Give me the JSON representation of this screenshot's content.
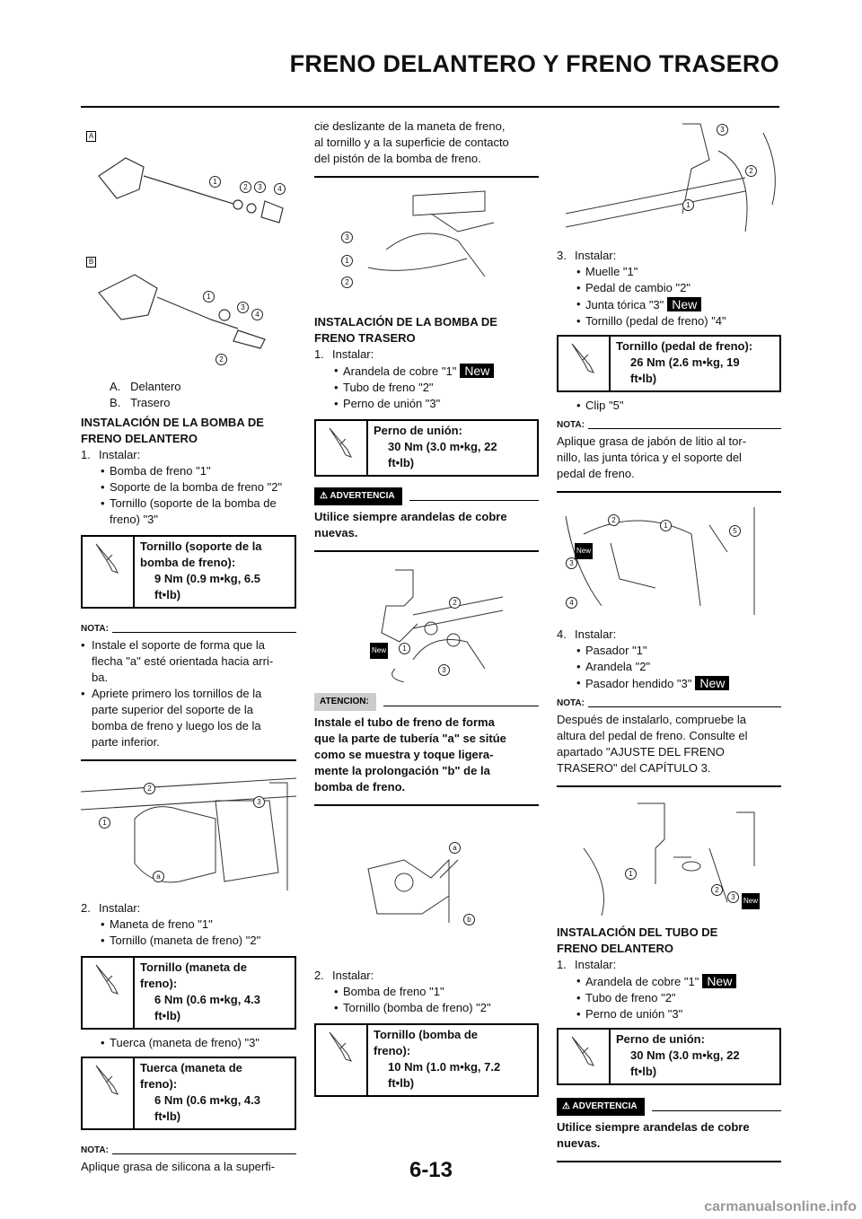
{
  "header": {
    "title": "FRENO DELANTERO Y FRENO TRASERO"
  },
  "page_number": "6-13",
  "watermark": "carmanualsonline.info",
  "new_badge": "New",
  "nota_label": "NOTA:",
  "advertencia_label": "ADVERTENCIA",
  "atencion_label": "ATENCION:",
  "col1": {
    "fig1": {
      "label_a": "A",
      "label_b": "B",
      "callouts_a": [
        "1",
        "2",
        "3",
        "4"
      ],
      "callouts_b": [
        "1",
        "3",
        "4",
        "2"
      ]
    },
    "legend": [
      {
        "k": "A.",
        "v": "Delantero"
      },
      {
        "k": "B.",
        "v": "Trasero"
      }
    ],
    "heading": [
      "INSTALACIÓN DE LA BOMBA DE",
      "FRENO DELANTERO"
    ],
    "step1": {
      "num": "1.",
      "label": "Instalar:",
      "items": [
        "Bomba de freno \"1\"",
        "Soporte de la bomba de freno \"2\"",
        "Tornillo (soporte de la bomba de",
        "freno) \"3\""
      ]
    },
    "box1": [
      "Tornillo (soporte de la",
      "bomba de freno):",
      "9 Nm (0.9 m•kg, 6.5",
      "ft•lb)"
    ],
    "nota1": [
      [
        "Instale el soporte de forma que la",
        "flecha \"a\" esté orientada hacia arri-",
        "ba."
      ],
      [
        "Apriete primero los tornillos de la",
        "parte superior del soporte de la",
        "bomba de freno y luego los de la",
        "parte inferior."
      ]
    ],
    "fig2": {
      "callouts": [
        "2",
        "3",
        "1",
        "a"
      ]
    },
    "step2": {
      "num": "2.",
      "label": "Instalar:",
      "items": [
        "Maneta de freno \"1\"",
        "Tornillo (maneta de freno) \"2\""
      ]
    },
    "box2": [
      "Tornillo (maneta de",
      "freno):",
      "6 Nm (0.6 m•kg, 4.3",
      "ft•lb)"
    ],
    "item_tuerca": "Tuerca (maneta de freno) \"3\"",
    "box3": [
      "Tuerca (maneta de",
      "freno):",
      "6 Nm (0.6 m•kg, 4.3",
      "ft•lb)"
    ],
    "nota2": "Aplique grasa de silicona a la superfi-"
  },
  "col2": {
    "cont": [
      "cie deslizante de la maneta de freno,",
      "al tornillo y a la superficie de contacto",
      "del pistón de la bomba de freno."
    ],
    "fig1": {
      "callouts": [
        "3",
        "1",
        "2"
      ]
    },
    "heading": [
      "INSTALACIÓN DE LA BOMBA DE",
      "FRENO TRASERO"
    ],
    "step1": {
      "num": "1.",
      "label": "Instalar:",
      "items": [
        "Arandela de cobre \"1\"",
        "Tubo de freno \"2\"",
        "Perno de unión \"3\""
      ]
    },
    "box1": [
      "Perno de unión:",
      "30 Nm (3.0 m•kg, 22",
      "ft•lb)"
    ],
    "warn": [
      "Utilice siempre arandelas de cobre",
      "nuevas."
    ],
    "fig2": {
      "callouts": [
        "2",
        "1",
        "3"
      ]
    },
    "atencion": [
      "Instale el tubo de freno de forma",
      "que la parte de tubería \"a\" se sitúe",
      "como se muestra y toque ligera-",
      "mente la prolongación \"b\" de la",
      "bomba de freno."
    ],
    "fig3": {
      "callouts": [
        "a",
        "b"
      ]
    },
    "step2": {
      "num": "2.",
      "label": "Instalar:",
      "items": [
        "Bomba de freno \"1\"",
        "Tornillo (bomba de freno) \"2\""
      ]
    },
    "box2": [
      "Tornillo (bomba de",
      "freno):",
      "10 Nm (1.0 m•kg, 7.2",
      "ft•lb)"
    ]
  },
  "col3": {
    "fig1": {
      "callouts": [
        "3",
        "2",
        "1"
      ]
    },
    "step3": {
      "num": "3.",
      "label": "Instalar:",
      "items": [
        "Muelle \"1\"",
        "Pedal de cambio \"2\"",
        "Junta tórica \"3\"",
        "Tornillo (pedal de freno) \"4\""
      ]
    },
    "box1": [
      "Tornillo (pedal de freno):",
      "26 Nm (2.6 m•kg, 19",
      "ft•lb)"
    ],
    "clip": "Clip \"5\"",
    "nota1": [
      "Aplique grasa de jabón de litio al tor-",
      "nillo, las junta tórica y el soporte del",
      "pedal de freno."
    ],
    "fig2": {
      "callouts": [
        "2",
        "1",
        "5",
        "3",
        "4"
      ]
    },
    "step4": {
      "num": "4.",
      "label": "Instalar:",
      "items": [
        "Pasador \"1\"",
        "Arandela \"2\"",
        "Pasador hendido \"3\""
      ]
    },
    "nota2": [
      "Después de instalarlo, compruebe la",
      "altura del pedal de freno. Consulte el",
      "apartado \"AJUSTE DEL FRENO",
      "TRASERO\" del CAPÍTULO 3."
    ],
    "fig3": {
      "callouts": [
        "1",
        "2",
        "3"
      ]
    },
    "heading": [
      "INSTALACIÓN DEL TUBO DE",
      "FRENO DELANTERO"
    ],
    "step1": {
      "num": "1.",
      "label": "Instalar:",
      "items": [
        "Arandela de cobre \"1\"",
        "Tubo de freno \"2\"",
        "Perno de unión \"3\""
      ]
    },
    "box2": [
      "Perno de unión:",
      "30 Nm (3.0 m•kg, 22",
      "ft•lb)"
    ],
    "warn": [
      "Utilice siempre arandelas de cobre",
      "nuevas."
    ]
  }
}
